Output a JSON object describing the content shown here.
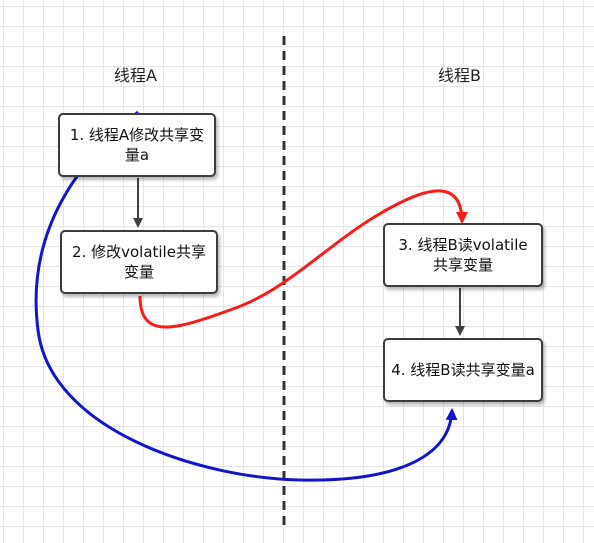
{
  "lanes": {
    "left": {
      "title": "线程A"
    },
    "right": {
      "title": "线程B"
    }
  },
  "nodes": {
    "a_modify_shared": {
      "label": "1. 线程A修改共享变量a"
    },
    "a_modify_volatile": {
      "label": "2. 修改volatile共享变量"
    },
    "b_read_volatile": {
      "label": "3. 线程B读volatile共享变量"
    },
    "b_read_shared": {
      "label": "4. 线程B读共享变量a"
    }
  },
  "colors": {
    "node_border": "#3c3c3c",
    "sequence_arrow": "#404040",
    "volatile_path": "#ff1a1a",
    "shared_path": "#1414cc",
    "divider": "#333333",
    "grid": "#e6e6e6"
  }
}
